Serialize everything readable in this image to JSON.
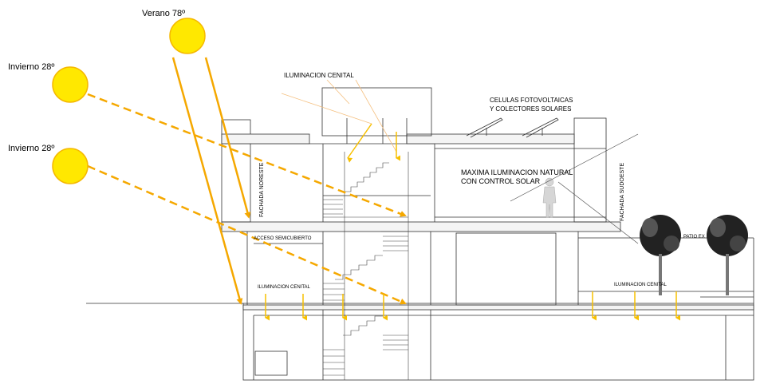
{
  "sun_labels": {
    "summer": "Verano 78º",
    "winter_top": "Invierno 28º",
    "winter_bottom": "Invierno 28º"
  },
  "labels": {
    "zenithal_top": "ILUMINACION CENITAL",
    "solar_cells_line1": "CELULAS FOTOVOLTAICAS",
    "solar_cells_line2": "Y COLECTORES SOLARES",
    "max_light_line1": "MAXIMA ILUMINACION NATURAL",
    "max_light_line2": "CON CONTROL SOLAR",
    "facade_northeast": "FACHADA NORESTE",
    "facade_southeast": "FACHADA SUDOESTE",
    "covered_access": "ACCESO SEMICUBIERTO",
    "zenithal_left": "ILUMINACION CENITAL",
    "zenithal_right": "ILUMINACION CENITAL",
    "patio": "PATIO EX"
  },
  "colors": {
    "sun_fill": "#ffe800",
    "sun_stroke": "#f5b800",
    "ray": "#f5a800",
    "arrow": "#f7c000",
    "line": "#333333"
  }
}
